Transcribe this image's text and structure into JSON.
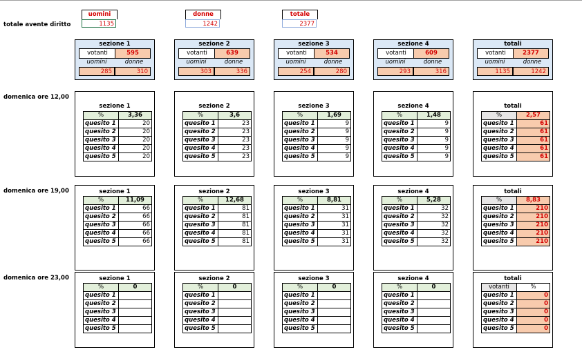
{
  "header": {
    "label": "totale avente diritto",
    "uomini": {
      "label": "uomini",
      "value": "1135"
    },
    "donne": {
      "label": "donne",
      "value": "1242"
    },
    "totale": {
      "label": "totale",
      "value": "2377"
    }
  },
  "summary": {
    "votanti_label": "votanti",
    "uomini_label": "uomini",
    "donne_label": "donne",
    "sections": [
      {
        "title": "sezione 1",
        "votanti": "595",
        "uomini": "285",
        "donne": "310"
      },
      {
        "title": "sezione 2",
        "votanti": "639",
        "uomini": "303",
        "donne": "336"
      },
      {
        "title": "sezione 3",
        "votanti": "534",
        "uomini": "254",
        "donne": "280"
      },
      {
        "title": "sezione 4",
        "votanti": "609",
        "uomini": "293",
        "donne": "316"
      },
      {
        "title": "totali",
        "votanti": "2377",
        "uomini": "1135",
        "donne": "1242"
      }
    ]
  },
  "q": [
    "quesito 1",
    "quesito 2",
    "quesito 3",
    "quesito 4",
    "quesito 5"
  ],
  "pct_label": "%",
  "times": [
    {
      "label": "domenica ore 12,00",
      "sections": [
        {
          "title": "sezione 1",
          "pct": "3,36",
          "vals": [
            "20",
            "20",
            "20",
            "20",
            "20"
          ]
        },
        {
          "title": "sezione 2",
          "pct": "3,6",
          "vals": [
            "23",
            "23",
            "23",
            "23",
            "23"
          ]
        },
        {
          "title": "sezione 3",
          "pct": "1,69",
          "vals": [
            "9",
            "9",
            "9",
            "9",
            "9"
          ]
        },
        {
          "title": "sezione 4",
          "pct": "1,48",
          "vals": [
            "9",
            "9",
            "9",
            "9",
            "9"
          ]
        },
        {
          "title": "totali",
          "hk": "%",
          "pct": "2,57",
          "vals": [
            "61",
            "61",
            "61",
            "61",
            "61"
          ]
        }
      ]
    },
    {
      "label": "domenica ore 19,00",
      "sections": [
        {
          "title": "sezione 1",
          "pct": "11,09",
          "vals": [
            "66",
            "66",
            "66",
            "66",
            "66"
          ]
        },
        {
          "title": "sezione 2",
          "pct": "12,68",
          "vals": [
            "81",
            "81",
            "81",
            "81",
            "81"
          ]
        },
        {
          "title": "sezione 3",
          "pct": "8,81",
          "vals": [
            "31",
            "31",
            "31",
            "31",
            "31"
          ]
        },
        {
          "title": "sezione 4",
          "pct": "5,28",
          "vals": [
            "32",
            "32",
            "32",
            "32",
            "32"
          ]
        },
        {
          "title": "totali",
          "hk": "%",
          "pct": "8,83",
          "vals": [
            "210",
            "210",
            "210",
            "210",
            "210"
          ]
        }
      ]
    },
    {
      "label": "domenica ore 23,00",
      "sections": [
        {
          "title": "sezione 1",
          "pct": "0",
          "vals": [
            "",
            "",
            "",
            "",
            ""
          ]
        },
        {
          "title": "sezione 2",
          "pct": "0",
          "vals": [
            "",
            "",
            "",
            "",
            ""
          ]
        },
        {
          "title": "sezione 3",
          "pct": "0",
          "vals": [
            "",
            "",
            "",
            "",
            ""
          ]
        },
        {
          "title": "sezione 4",
          "pct": "0",
          "vals": [
            "",
            "",
            "",
            "",
            ""
          ]
        },
        {
          "title": "totali",
          "hk": "votanti",
          "pct": "%",
          "vals": [
            "0",
            "0",
            "0",
            "0",
            "0"
          ]
        }
      ]
    }
  ]
}
